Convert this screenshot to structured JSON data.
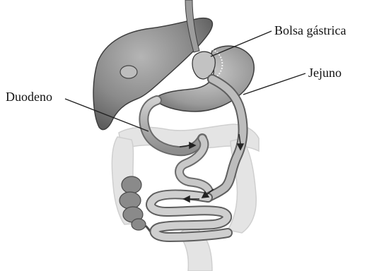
{
  "labels": {
    "bolsa_gastrica": "Bolsa gástrica",
    "jejuno": "Jejuno",
    "duodeno": "Duodeno"
  },
  "colors": {
    "organ_dark": "#7a7a7a",
    "organ_mid": "#9c9c9c",
    "organ_light": "#c4c4c4",
    "colon_faded": "#e2e2e2",
    "outline": "#3a3a3a",
    "leader_line": "#222222"
  }
}
